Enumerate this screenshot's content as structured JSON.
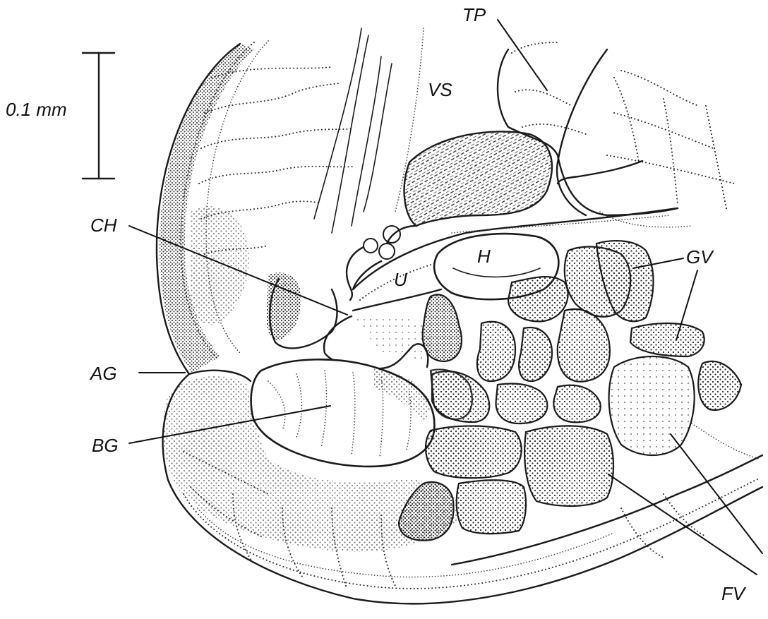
{
  "scale_bar": {
    "label": "0.1 mm"
  },
  "labels": {
    "tp": "TP",
    "vs": "VS",
    "ch": "CH",
    "h": "H",
    "gv": "GV",
    "u": "U",
    "ag": "AG",
    "bg": "BG",
    "fv": "FV"
  },
  "colors": {
    "ink": "#1a1a1a",
    "stipple": "#2a2a2a",
    "background": "#ffffff"
  }
}
